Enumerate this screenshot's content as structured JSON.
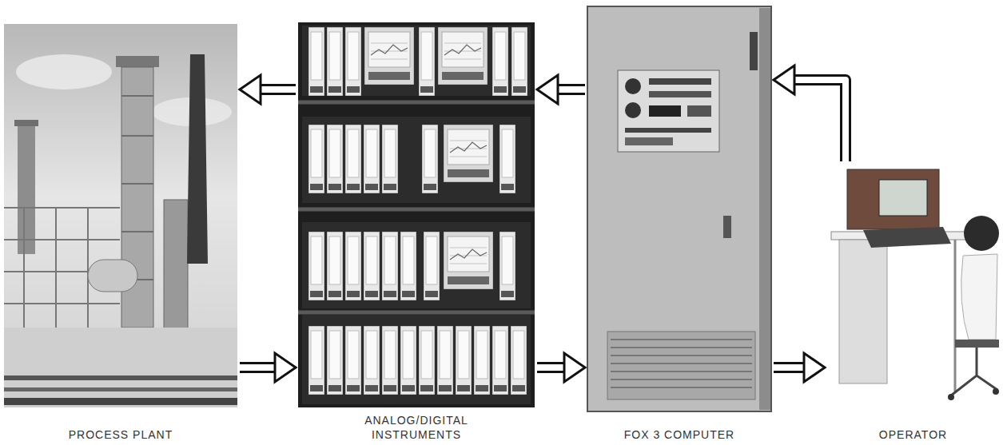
{
  "diagram": {
    "nodes": [
      {
        "text": [
          "PROCESS PLANT"
        ]
      },
      {
        "text": [
          "ANALOG/DIGITAL INSTRUMENTS"
        ]
      },
      {
        "text": [
          "FOX 3 COMPUTER"
        ]
      },
      {
        "text": [
          "OPERATOR"
        ]
      }
    ],
    "edges": [
      {
        "from": 0,
        "to": 1,
        "arrow": "to"
      },
      {
        "from": 1,
        "to": 0,
        "arrow": "to"
      },
      {
        "from": 1,
        "to": 2,
        "arrow": "to"
      },
      {
        "from": 2,
        "to": 1,
        "arrow": "to"
      },
      {
        "from": 2,
        "to": 3,
        "arrow": "to"
      },
      {
        "from": 3,
        "to": 2,
        "arrow": "to"
      }
    ]
  }
}
